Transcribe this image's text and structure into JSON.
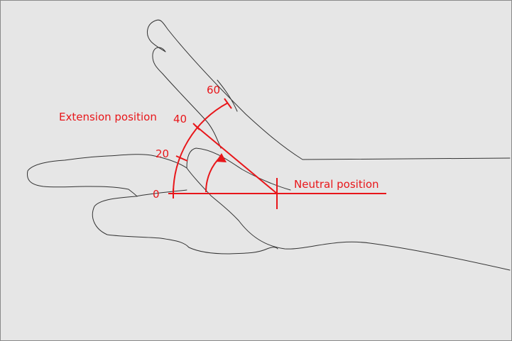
{
  "labels": {
    "extension": "Extension position",
    "neutral": "Neutral position"
  },
  "ticks": [
    "0",
    "20",
    "40",
    "60"
  ],
  "colors": {
    "annotation": "#e8161a",
    "outline": "#333333",
    "background": "#e6e6e6"
  }
}
